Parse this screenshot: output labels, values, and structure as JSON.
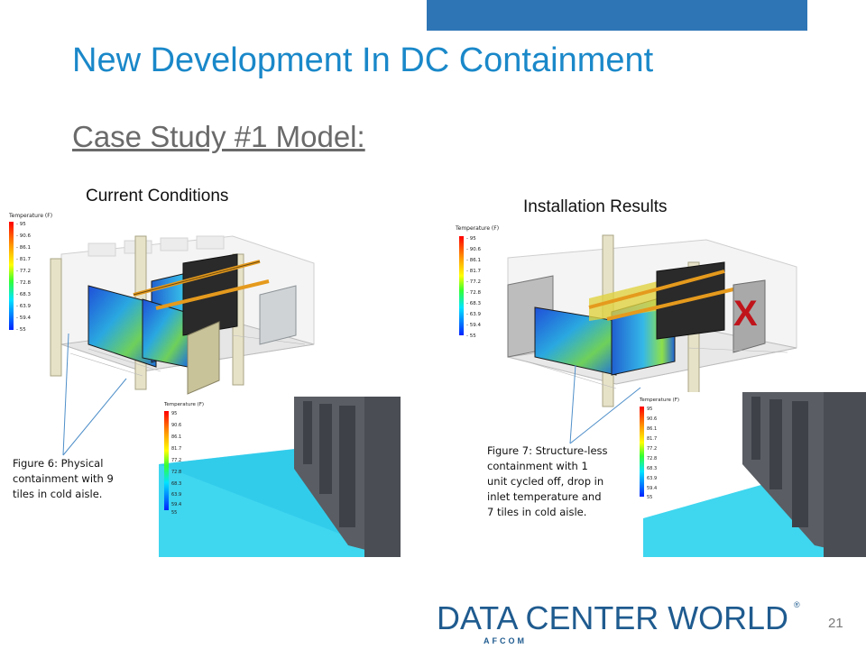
{
  "slide": {
    "title": "New Development In DC Containment",
    "subtitle": "Case Study #1 Model:",
    "page_number": "21"
  },
  "left": {
    "heading": "Current Conditions",
    "caption_lines": [
      "Figure 6: Physical",
      "containment  with 9",
      "tiles in cold aisle."
    ]
  },
  "right": {
    "heading": "Installation Results",
    "caption_lines": [
      "Figure 7: Structure-less",
      "containment with 1",
      "unit cycled off, drop in",
      "inlet temperature and",
      "7 tiles in cold aisle."
    ],
    "marker": "X"
  },
  "legend": {
    "title": "Temperature (F)",
    "values": [
      "95",
      "90.6",
      "86.1",
      "81.7",
      "77.2",
      "72.8",
      "68.3",
      "63.9",
      "59.4",
      "55"
    ]
  },
  "logo": {
    "text": "DATA CENTER WORLD",
    "sub": "AFCOM",
    "registered": "®"
  },
  "colors": {
    "title": "#1a88c9",
    "topbar": "#2e75b6",
    "marker": "#c0141b",
    "logo": "#1f5b8f",
    "floor": "#3fd6ef"
  }
}
